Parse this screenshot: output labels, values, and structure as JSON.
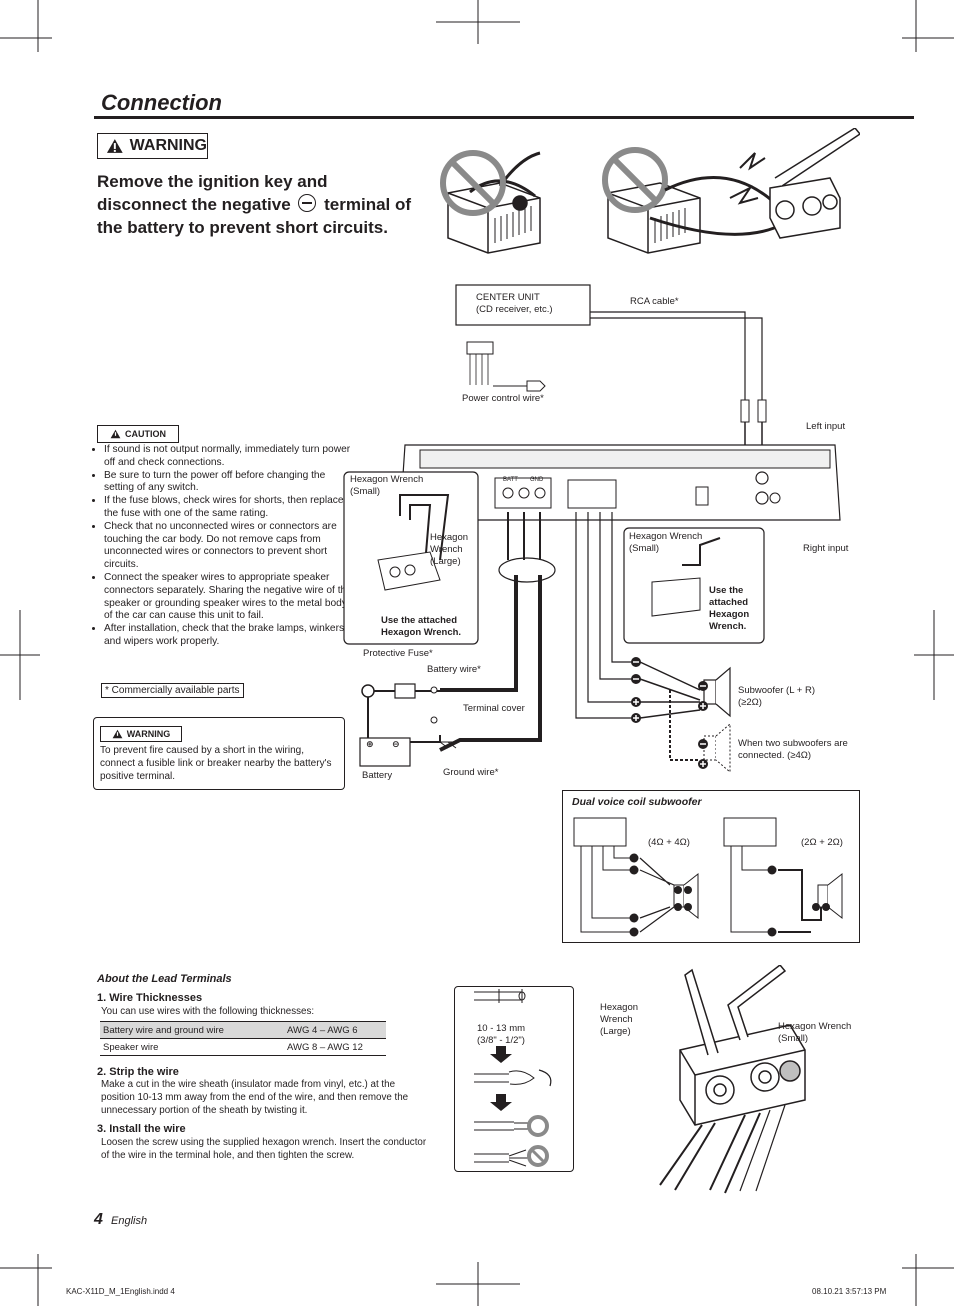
{
  "page": {
    "title": "Connection",
    "page_number": "4",
    "language": "English",
    "footer_file": "KAC-X11D_M_1English.indd   4",
    "footer_date": "08.10.21   3:57:13 PM"
  },
  "warning": {
    "tag": "WARNING",
    "line1": "Remove the ignition key and",
    "line2a": "disconnect the negative",
    "line2b": "terminal of",
    "line3": "the battery to prevent short circuits."
  },
  "caution": {
    "tag": "CAUTION",
    "items": [
      "If sound is not output normally, immediately turn power off and check connections.",
      "Be sure to turn the power off before changing the setting of any switch.",
      "If the fuse blows, check wires for shorts, then replace the fuse with one of the same rating.",
      "Check that no unconnected wires or connectors are touching the car body. Do not remove caps from unconnected wires or connectors to prevent short circuits.",
      "Connect the speaker wires to appropriate speaker connectors separately. Sharing the negative wire of the speaker or grounding speaker wires to the metal body of the car can cause this unit to fail.",
      "After installation, check that the brake lamps, winkers, and wipers work properly."
    ]
  },
  "note_commercial": "* Commercially available parts",
  "fuse_warning": {
    "tag": "WARNING",
    "text": "To prevent fire caused by a short in the wiring, connect a fusible link or breaker nearby the battery's positive terminal."
  },
  "diagram": {
    "center_unit_l1": "CENTER UNIT",
    "center_unit_l2": "(CD receiver, etc.)",
    "rca_cable": "RCA cable*",
    "power_control": "Power control wire*",
    "left_input": "Left input",
    "right_input": "Right input",
    "hex_small_l1": "Hexagon Wrench",
    "hex_small_l2": "(Small)",
    "hex_large_l1": "Hexagon",
    "hex_large_l2": "Wrench",
    "hex_large_l3": "(Large)",
    "use_attached_1": "Use the attached",
    "use_attached_2": "Hexagon Wrench.",
    "use_r1": "Use the",
    "use_r2": "attached",
    "use_r3": "Hexagon",
    "use_r4": "Wrench.",
    "protective_fuse": "Protective Fuse*",
    "battery_wire": "Battery wire*",
    "terminal_cover": "Terminal cover",
    "battery": "Battery",
    "ground_wire": "Ground wire*",
    "sub_lr_l1": "Subwoofer (L + R)",
    "sub_lr_l2": "(≥2Ω)",
    "two_subs_l1": "When two subwoofers are",
    "two_subs_l2": "connected. (≥4Ω)",
    "batt": "BATT",
    "gnd": "GND"
  },
  "dual_voice": {
    "title": "Dual voice coil subwoofer",
    "left_rating": "(4Ω + 4Ω)",
    "right_rating": "(2Ω + 2Ω)"
  },
  "lead_terminals": {
    "title": "About the Lead Terminals",
    "s1_title": "1. Wire Thicknesses",
    "s1_text": "You can use wires with the following thicknesses:",
    "table": [
      [
        "Battery wire and ground wire",
        "AWG 4 – AWG 6"
      ],
      [
        "Speaker wire",
        "AWG 8 – AWG 12"
      ]
    ],
    "s2_title": "2. Strip the wire",
    "s2_text": "Make a cut in the wire sheath (insulator made from vinyl, etc.) at the position 10-13 mm away from the end of the wire, and then remove the unnecessary portion of the sheath by twisting it.",
    "s3_title": "3. Install the wire",
    "s3_text": "Loosen the screw using the supplied hexagon wrench. Insert the conductor of the wire in the terminal hole, and then tighten the screw.",
    "strip_l1": "10 - 13 mm",
    "strip_l2": "(3/8\" - 1/2\")",
    "hex_large_l1": "Hexagon",
    "hex_large_l2": "Wrench",
    "hex_large_l3": "(Large)",
    "hex_small_l1": "Hexagon Wrench",
    "hex_small_l2": "(Small)"
  }
}
